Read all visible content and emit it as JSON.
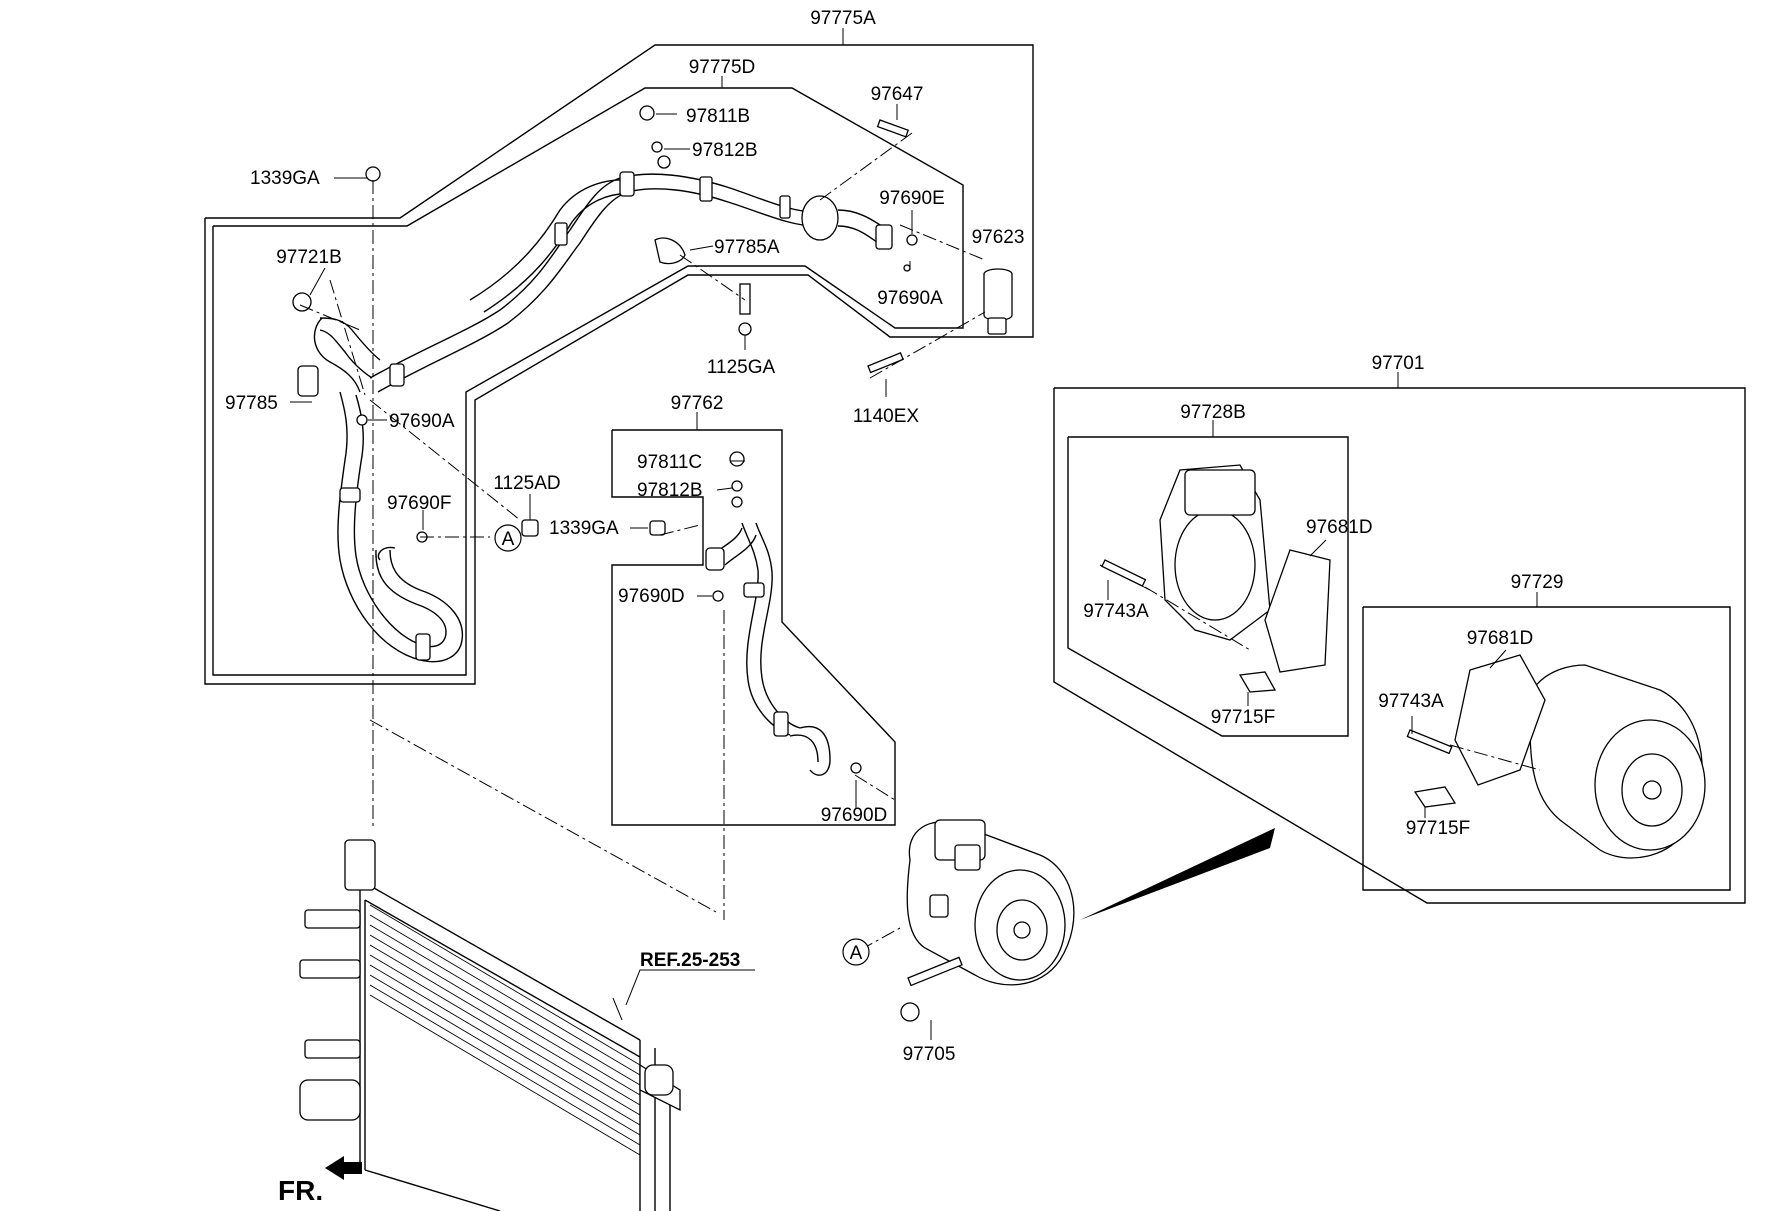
{
  "labels": {
    "l_97775A": "97775A",
    "l_97775D": "97775D",
    "l_97647": "97647",
    "l_97811B": "97811B",
    "l_97812B_top": "97812B",
    "l_1339GA_top": "1339GA",
    "l_97690E": "97690E",
    "l_97623": "97623",
    "l_97721B": "97721B",
    "l_97785A": "97785A",
    "l_97690A_right": "97690A",
    "l_1125GA": "1125GA",
    "l_97785": "97785",
    "l_97690A_left": "97690A",
    "l_1140EX": "1140EX",
    "l_97762": "97762",
    "l_97811C": "97811C",
    "l_97812B_mid": "97812B",
    "l_1125AD": "1125AD",
    "l_97690F": "97690F",
    "l_1339GA_mid": "1339GA",
    "l_97690D_upper": "97690D",
    "l_97690D_lower": "97690D",
    "l_97701": "97701",
    "l_97728B": "97728B",
    "l_97681D_upper": "97681D",
    "l_97743A_upper": "97743A",
    "l_97715F_upper": "97715F",
    "l_97729": "97729",
    "l_97681D_lower": "97681D",
    "l_97743A_lower": "97743A",
    "l_97715F_lower": "97715F",
    "l_97705": "97705",
    "ref_label": "REF.25-253",
    "front_label": "FR.",
    "marker_a_1": "A",
    "marker_a_2": "A"
  }
}
